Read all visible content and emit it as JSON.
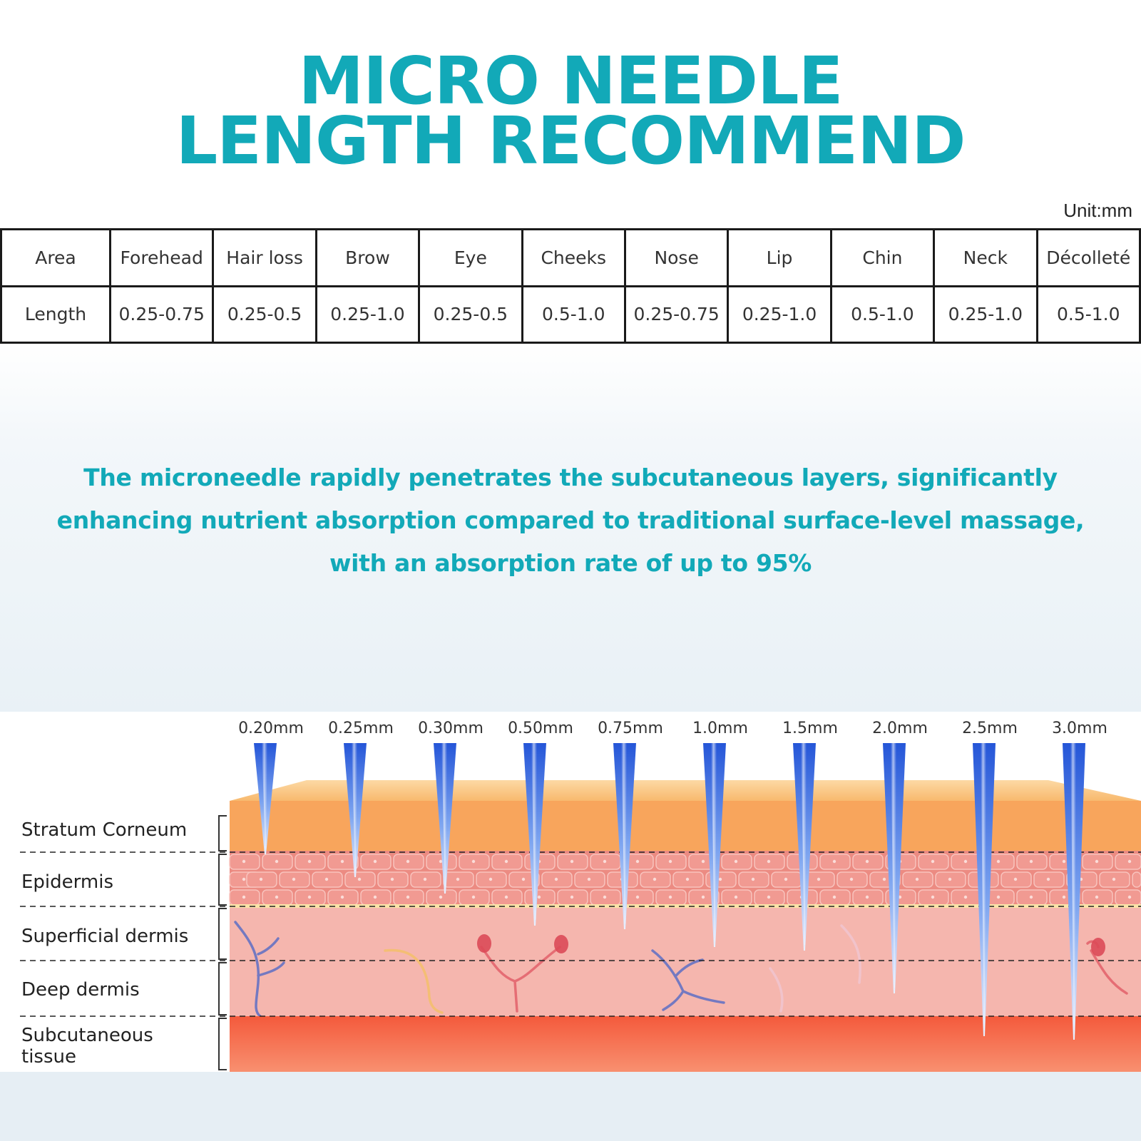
{
  "header": {
    "title_line1": "MICRO NEEDLE",
    "title_line2": "LENGTH RECOMMEND",
    "unit": "Unit:mm"
  },
  "table": {
    "rows": [
      [
        "Area",
        "Forehead",
        "Hair loss",
        "Brow",
        "Eye",
        "Cheeks",
        "Nose",
        "Lip",
        "Chin",
        "Neck",
        "Décolleté"
      ],
      [
        "Length",
        "0.25-0.75",
        "0.25-0.5",
        "0.25-1.0",
        "0.25-0.5",
        "0.5-1.0",
        "0.25-0.75",
        "0.25-1.0",
        "0.5-1.0",
        "0.25-1.0",
        "0.5-1.0"
      ]
    ]
  },
  "description": "The microneedle rapidly penetrates the subcutaneous layers, significantly enhancing nutrient absorption compared to traditional surface-level massage, with an absorption rate of up to 95%",
  "diagram": {
    "layers": [
      "Stratum Corneum",
      "Epidermis",
      "Superficial dermis",
      "Deep dermis",
      "Subcutaneous tissue"
    ],
    "needles": [
      "0.20mm",
      "0.25mm",
      "0.30mm",
      "0.50mm",
      "0.75mm",
      "1.0mm",
      "1.5mm",
      "2.0mm",
      "2.5mm",
      "3.0mm"
    ]
  },
  "colors": {
    "accent": "#12a9b8",
    "stratum": "#f7a35c",
    "epidermis": "#ec8a80",
    "dermis": "#f4b4ac",
    "subcutaneous": "#f26a4a",
    "needle": "#2f66e0"
  }
}
